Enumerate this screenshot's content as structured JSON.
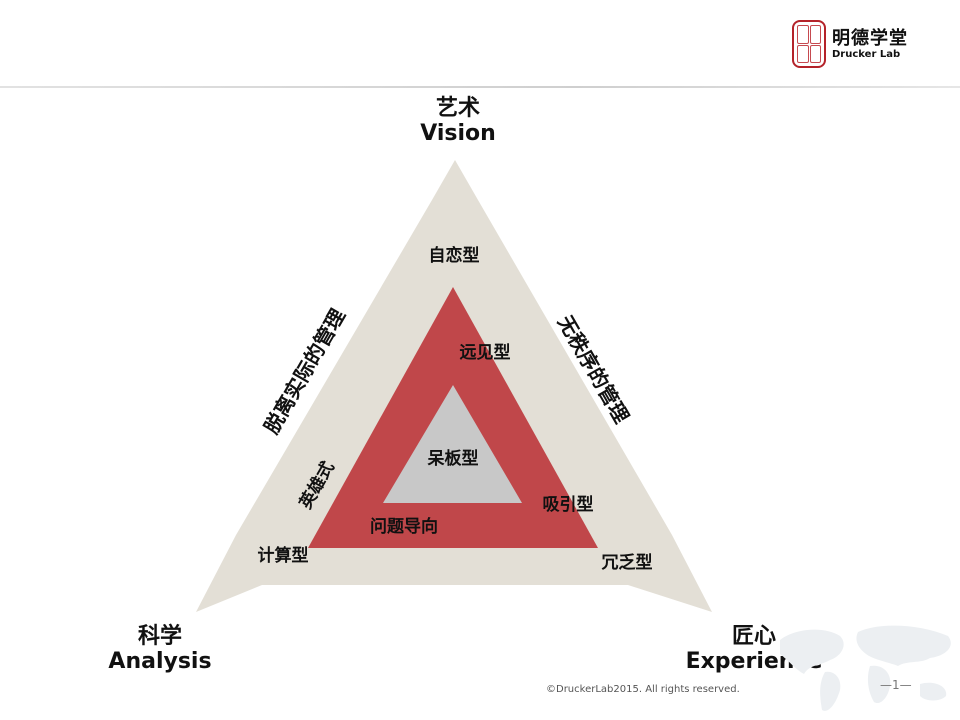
{
  "logo": {
    "name": "明德学堂",
    "sub": "Drucker Lab"
  },
  "corners": {
    "top": {
      "zh": "艺术",
      "en": "Vision"
    },
    "left": {
      "zh": "科学",
      "en": "Analysis"
    },
    "right": {
      "zh": "匠心",
      "en": "Experience"
    }
  },
  "sides": {
    "left": "脱离实际的管理",
    "right": "无秩序的管理"
  },
  "zones": {
    "top_outer": "自恋型",
    "top_inner": "远见型",
    "center": "呆板型",
    "left_side": "英雄式",
    "right_inner": "吸引型",
    "bottom_inner": "问题导向",
    "left_corner": "计算型",
    "right_corner": "冗乏型"
  },
  "colors": {
    "outer": "#e3dfd6",
    "middle": "#c0474a",
    "inner": "#c8c8c8"
  },
  "footer": {
    "copyright": "©DruckerLab2015. All rights reserved.",
    "page": "—1—"
  }
}
